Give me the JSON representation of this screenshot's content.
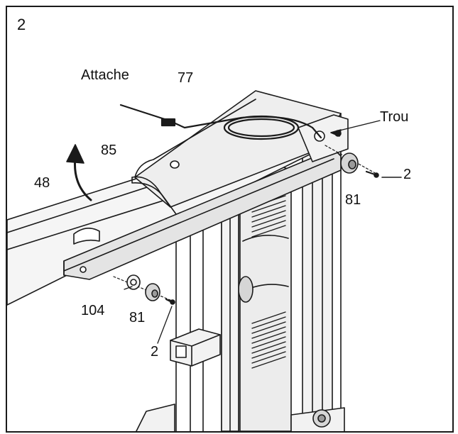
{
  "step_number": "2",
  "labels": {
    "attache": "Attache",
    "part_77": "77",
    "trou": "Trou",
    "part_85": "85",
    "part_48": "48",
    "screw_right": "2",
    "washer_right": "81",
    "spacer_left": "104",
    "washer_left": "81",
    "screw_left": "2"
  },
  "colors": {
    "line": "#1a1a1a",
    "fill_light": "#f2f2f2",
    "fill_mid": "#d6d6d6",
    "fill_dark": "#9a9a9a"
  }
}
